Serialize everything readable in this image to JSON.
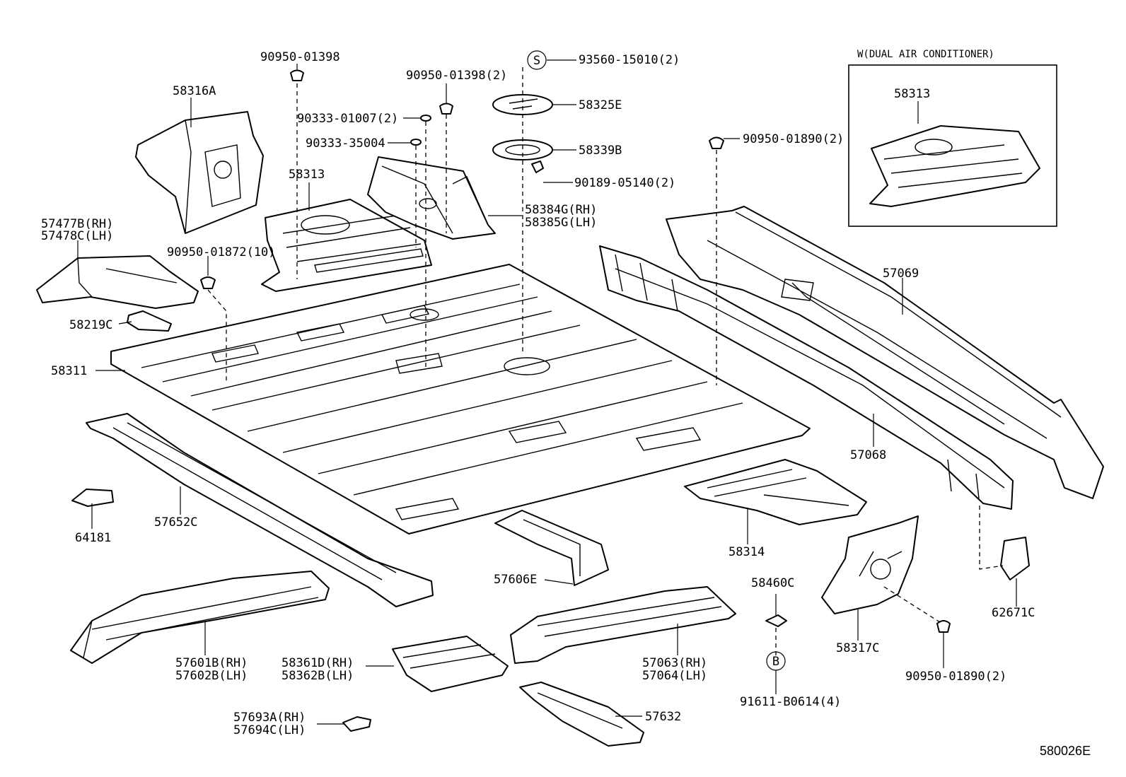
{
  "diagram_id": "580026E",
  "inset_title": "W(DUAL AIR CONDITIONER)",
  "labels": {
    "p90950_01398_a": "90950-01398",
    "p58316A": "58316A",
    "p90950_01398_b": "90950-01398(2)",
    "p90333_01007": "90333-01007(2)",
    "p90333_35004": "90333-35004",
    "p93560_15010": "93560-15010(2)",
    "p58325E": "58325E",
    "p58339B": "58339B",
    "p90189_05140": "90189-05140(2)",
    "p58313_main": "58313",
    "p58384G": "58384G(RH)",
    "p58385G": "58385G(LH)",
    "p90950_01890_a": "90950-01890(2)",
    "p58313_inset": "58313",
    "p57477B": "57477B(RH)",
    "p57478C": "57478C(LH)",
    "p90950_01872": "90950-01872(10)",
    "p58219C": "58219C",
    "p58311": "58311",
    "p57069": "57069",
    "p57068": "57068",
    "p64181": "64181",
    "p57652C": "57652C",
    "p58314": "58314",
    "p57606E": "57606E",
    "p58460C": "58460C",
    "p62671C": "62671C",
    "p58317C": "58317C",
    "p90950_01890_b": "90950-01890(2)",
    "p57601B": "57601B(RH)",
    "p57602B": "57602B(LH)",
    "p58361D": "58361D(RH)",
    "p58362B": "58362B(LH)",
    "p57063": "57063(RH)",
    "p57064": "57064(LH)",
    "p91611_B0614": "91611-B0614(4)",
    "p57693A": "57693A(RH)",
    "p57694C": "57694C(LH)",
    "p57632": "57632",
    "mark_S": "S",
    "mark_B": "B"
  }
}
